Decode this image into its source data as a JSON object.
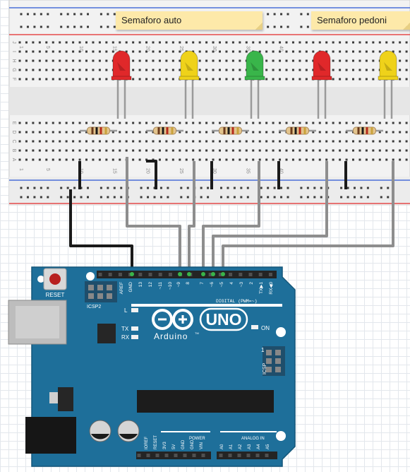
{
  "notes": {
    "auto": "Semaforo auto",
    "pedoni": "Semaforo pedoni"
  },
  "breadboard": {
    "column_numbers": [
      "1",
      "5",
      "10",
      "15",
      "20",
      "25",
      "30",
      "35",
      "40"
    ],
    "row_letters_top": [
      "J",
      "I",
      "H",
      "G",
      "F"
    ],
    "row_letters_bottom": [
      "E",
      "D",
      "C",
      "B",
      "A"
    ]
  },
  "leds": [
    {
      "color": "red"
    },
    {
      "color": "yellow"
    },
    {
      "color": "green"
    },
    {
      "color": "red"
    },
    {
      "color": "yellow"
    }
  ],
  "colors": {
    "red_led": "#e0282a",
    "yellow_led": "#efd21a",
    "green_led": "#39b54a",
    "board": "#1e6f9a",
    "wire_black": "#1a1a1a",
    "wire_gray": "#8e8e8e",
    "rail_red": "#e44b4b",
    "rail_blue": "#4b6fd8"
  },
  "arduino": {
    "reset_label": "RESET",
    "icsp2_label": "ICSP2",
    "icsp_label": "ICSP",
    "l_label": "L",
    "tx_label": "TX",
    "rx_label": "RX",
    "on_label": "ON",
    "brand": "Arduino",
    "tm": "TM",
    "uno": "UNO",
    "digital_label": "DIGITAL (PWM=~)",
    "power_label": "POWER",
    "analog_label": "ANALOG IN",
    "one_label": "1",
    "pins_top": [
      "AREF",
      "GND",
      "13",
      "12",
      "~11",
      "~10",
      "~9",
      "8",
      "7",
      "~6",
      "~5",
      "4",
      "~3",
      "2",
      "TX▶1",
      "RX◀0"
    ],
    "pins_power": [
      "IOREF",
      "RESET",
      "3V3",
      "5V",
      "GND",
      "GND",
      "VIN"
    ],
    "pins_analog": [
      "A0",
      "A1",
      "A2",
      "A3",
      "A4",
      "A5"
    ]
  }
}
